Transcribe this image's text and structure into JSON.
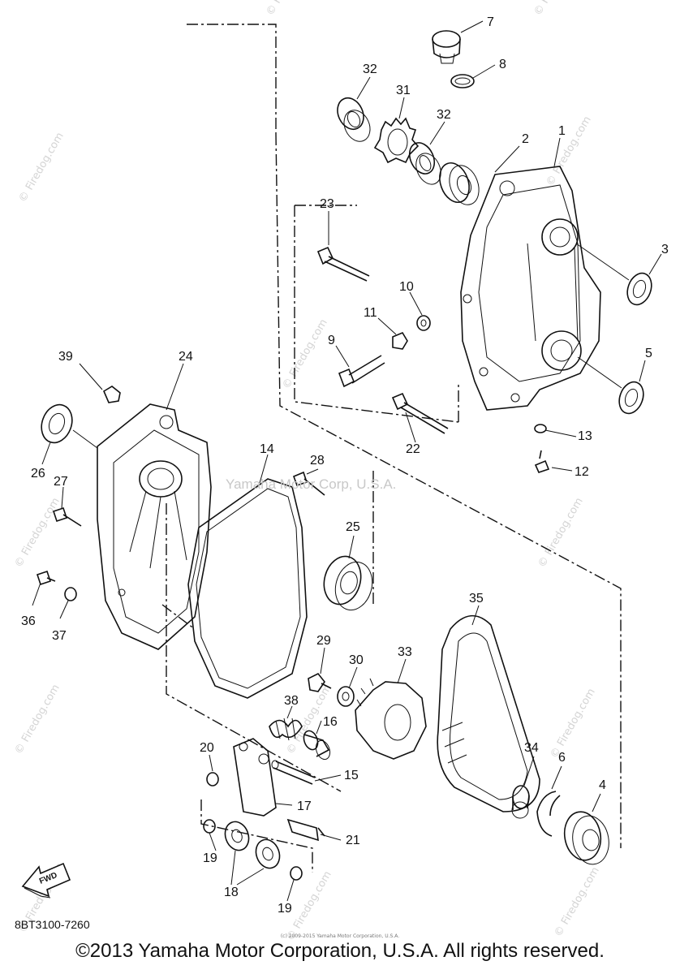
{
  "diagram": {
    "callouts": [
      "1",
      "2",
      "3",
      "4",
      "5",
      "6",
      "7",
      "8",
      "9",
      "10",
      "11",
      "12",
      "13",
      "14",
      "15",
      "16",
      "17",
      "18",
      "19",
      "20",
      "21",
      "22",
      "23",
      "24",
      "25",
      "26",
      "27",
      "28",
      "29",
      "30",
      "31",
      "32",
      "33",
      "34",
      "35",
      "36",
      "37",
      "38",
      "39"
    ],
    "watermark_center": "Yamaha Motor Corp, U.S.A.",
    "watermark_small": "© Firedog.com",
    "part_code": "8BT3100-7260",
    "fwd_label": "FWD",
    "footer_small": "(c) 2009-2015 Yamaha Motor Corporation, U.S.A.",
    "copyright": "©2013 Yamaha Motor Corporation, U.S.A. All rights reserved."
  }
}
